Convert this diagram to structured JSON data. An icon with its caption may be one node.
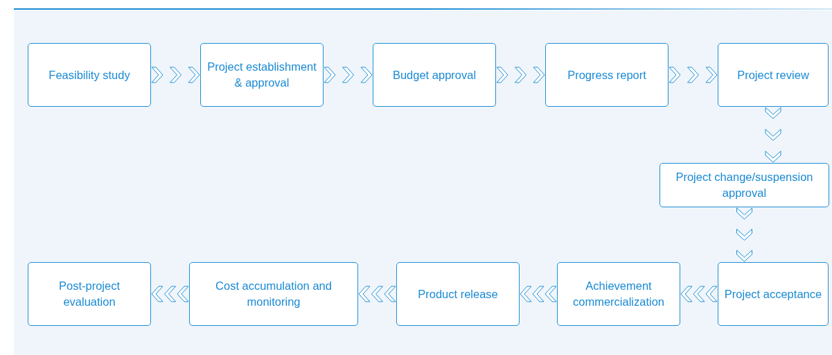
{
  "diagram": {
    "nodes": [
      {
        "text": [
          "Feasibility study"
        ]
      },
      {
        "text": [
          "Project establishment & approval"
        ]
      },
      {
        "text": [
          "Budget approval"
        ]
      },
      {
        "text": [
          "Progress report"
        ]
      },
      {
        "text": [
          "Project review"
        ]
      },
      {
        "text": [
          "Project change/suspension approval"
        ]
      },
      {
        "text": [
          "Post-project evaluation"
        ]
      },
      {
        "text": [
          "Cost accumulation and monitoring"
        ]
      },
      {
        "text": [
          "Product release"
        ]
      },
      {
        "text": [
          "Achievement commercialization"
        ]
      },
      {
        "text": [
          "Project acceptance"
        ]
      }
    ],
    "edges": [
      {
        "from": 0,
        "to": 1,
        "arrow": "to"
      },
      {
        "from": 1,
        "to": 2,
        "arrow": "to"
      },
      {
        "from": 2,
        "to": 3,
        "arrow": "to"
      },
      {
        "from": 3,
        "to": 4,
        "arrow": "to"
      },
      {
        "from": 4,
        "to": 5,
        "arrow": "to"
      },
      {
        "from": 5,
        "to": 10,
        "arrow": "to"
      },
      {
        "from": 10,
        "to": 9,
        "arrow": "to"
      },
      {
        "from": 9,
        "to": 8,
        "arrow": "to"
      },
      {
        "from": 8,
        "to": 7,
        "arrow": "to"
      },
      {
        "from": 7,
        "to": 6,
        "arrow": "to"
      }
    ]
  }
}
